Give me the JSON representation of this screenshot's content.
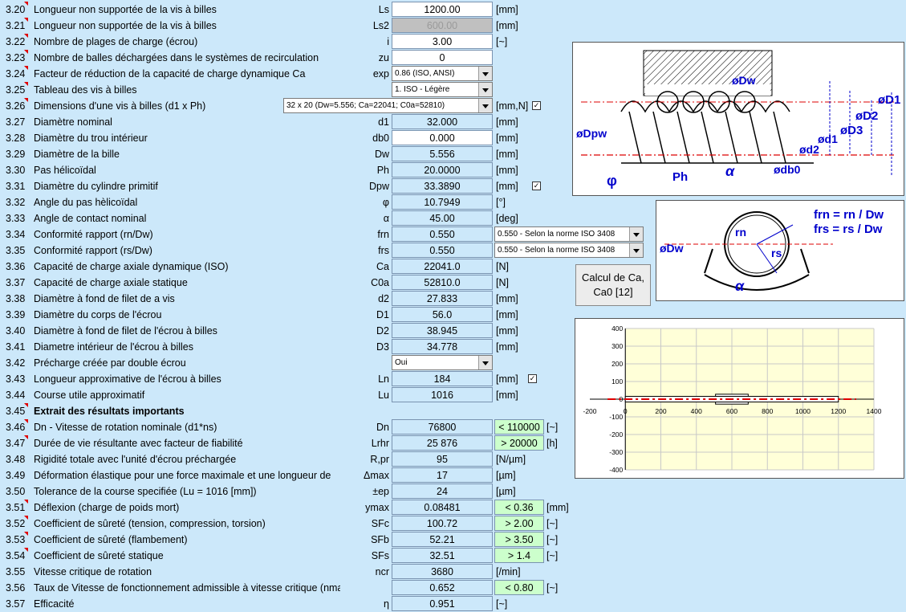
{
  "rows": [
    {
      "num": "3.20",
      "label": "Longueur non supportée de la vis à billes",
      "sym": "Ls",
      "val": "1200.00",
      "unit": "[mm]",
      "style": "white",
      "tri": true
    },
    {
      "num": "3.21",
      "label": "Longueur non supportée de la vis à billes",
      "sym": "Ls2",
      "val": "600.00",
      "unit": "[mm]",
      "style": "grey",
      "tri": true
    },
    {
      "num": "3.22",
      "label": "Nombre de plages de charge (écrou)",
      "sym": "i",
      "val": "3.00",
      "unit": "[~]",
      "style": "white",
      "tri": true
    },
    {
      "num": "3.23",
      "label": "Nombre de balles déchargées dans le systèmes de recirculation",
      "sym": "zu",
      "val": "0",
      "unit": "",
      "style": "white",
      "tri": true
    },
    {
      "num": "3.24",
      "label": "Facteur de réduction de la capacité de charge dynamique Ca",
      "sym": "exp",
      "val": "",
      "unit": "",
      "style": "none",
      "tri": true
    },
    {
      "num": "3.25",
      "label": "Tableau des vis à billes",
      "sym": "",
      "val": "",
      "unit": "",
      "style": "none",
      "tri": true
    },
    {
      "num": "3.26",
      "label": "Dimensions d'une vis à billes (d1 x Ph)",
      "sym": "",
      "val": "",
      "unit": "[mm,N]",
      "style": "none",
      "tri": true
    },
    {
      "num": "3.27",
      "label": "Diamètre nominal",
      "sym": "d1",
      "val": "32.000",
      "unit": "[mm]",
      "style": "plain",
      "tri": false
    },
    {
      "num": "3.28",
      "label": "Diamètre du trou intérieur",
      "sym": "db0",
      "val": "0.000",
      "unit": "[mm]",
      "style": "white",
      "tri": false
    },
    {
      "num": "3.29",
      "label": "Diamètre de la bille",
      "sym": "Dw",
      "val": "5.556",
      "unit": "[mm]",
      "style": "plain",
      "tri": false
    },
    {
      "num": "3.30",
      "label": "Pas hélicoïdal",
      "sym": "Ph",
      "val": "20.0000",
      "unit": "[mm]",
      "style": "plain",
      "tri": false
    },
    {
      "num": "3.31",
      "label": "Diamètre du cylindre primitif",
      "sym": "Dpw",
      "val": "33.3890",
      "unit": "[mm]",
      "style": "plain",
      "tri": false
    },
    {
      "num": "3.32",
      "label": "Angle du pas hèlicoïdal",
      "sym": "φ",
      "val": "10.7949",
      "unit": "[°]",
      "style": "plain",
      "tri": false
    },
    {
      "num": "3.33",
      "label": "Angle de contact nominal",
      "sym": "α",
      "val": "45.00",
      "unit": "[deg]",
      "style": "plain",
      "tri": false
    },
    {
      "num": "3.34",
      "label": "Conformité rapport (rn/Dw)",
      "sym": "frn",
      "val": "0.550",
      "unit": "",
      "style": "plain",
      "tri": false
    },
    {
      "num": "3.35",
      "label": "Conformité rapport (rs/Dw)",
      "sym": "frs",
      "val": "0.550",
      "unit": "",
      "style": "plain",
      "tri": false
    },
    {
      "num": "3.36",
      "label": "Capacité de charge axiale dynamique (ISO)",
      "sym": "Ca",
      "val": "22041.0",
      "unit": "[N]",
      "style": "plain",
      "tri": false
    },
    {
      "num": "3.37",
      "label": "Capacité de charge axiale statique",
      "sym": "C0a",
      "val": "52810.0",
      "unit": "[N]",
      "style": "plain",
      "tri": false
    },
    {
      "num": "3.38",
      "label": "Diamètre à fond de filet de a vis",
      "sym": "d2",
      "val": "27.833",
      "unit": "[mm]",
      "style": "plain",
      "tri": false
    },
    {
      "num": "3.39",
      "label": "Diamètre du corps de l'écrou",
      "sym": "D1",
      "val": "56.0",
      "unit": "[mm]",
      "style": "plain",
      "tri": false
    },
    {
      "num": "3.40",
      "label": "Diamètre à fond de filet de l'écrou à billes",
      "sym": "D2",
      "val": "38.945",
      "unit": "[mm]",
      "style": "plain",
      "tri": false
    },
    {
      "num": "3.41",
      "label": "Diametre intérieur de l'écrou à billes",
      "sym": "D3",
      "val": "34.778",
      "unit": "[mm]",
      "style": "plain",
      "tri": false
    },
    {
      "num": "3.42",
      "label": "Précharge créée par double écrou",
      "sym": "",
      "val": "",
      "unit": "",
      "style": "none",
      "tri": false
    },
    {
      "num": "3.43",
      "label": "Longueur approximative de l'écrou à billes",
      "sym": "Ln",
      "val": "184",
      "unit": "[mm]",
      "style": "plain",
      "tri": false
    },
    {
      "num": "3.44",
      "label": "Course utile approximatif",
      "sym": "Lu",
      "val": "1016",
      "unit": "[mm]",
      "style": "plain",
      "tri": false
    },
    {
      "num": "3.45",
      "label": "Extrait des résultats importants",
      "sym": "",
      "val": "",
      "unit": "",
      "style": "none",
      "tri": true,
      "bold": true
    },
    {
      "num": "3.46",
      "label": "Dn - Vitesse de rotation nominale (d1*ns)",
      "sym": "Dn",
      "val": "76800",
      "unit": "",
      "style": "plain",
      "tri": true,
      "lim": "< 110000",
      "unit2": "[~]"
    },
    {
      "num": "3.47",
      "label": "Durée de vie résultante avec facteur de fiabilité",
      "sym": "Lrhr",
      "val": "25 876",
      "unit": "",
      "style": "plain",
      "tri": true,
      "lim": "> 20000",
      "unit2": "[h]"
    },
    {
      "num": "3.48",
      "label": "Rigidité totale avec l'unité d'écrou préchargée",
      "sym": "R,pr",
      "val": "95",
      "unit": "[N/µm]",
      "style": "plain",
      "tri": false
    },
    {
      "num": "3.49",
      "label": "Déformation élastique pour une force maximale et une longueur de",
      "sym": "Δmax",
      "val": "17",
      "unit": "[µm]",
      "style": "plain",
      "tri": false
    },
    {
      "num": "3.50",
      "label": "Tolerance de la course specifiée (Lu = 1016 [mm])",
      "sym": "±ep",
      "val": "24",
      "unit": "[µm]",
      "style": "plain",
      "tri": false
    },
    {
      "num": "3.51",
      "label": "Déflexion (charge de poids mort)",
      "sym": "ymax",
      "val": "0.08481",
      "unit": "",
      "style": "plain",
      "tri": true,
      "lim": "< 0.36",
      "unit2": "[mm]"
    },
    {
      "num": "3.52",
      "label": "Coefficient de sûreté (tension, compression, torsion)",
      "sym": "SFc",
      "val": "100.72",
      "unit": "",
      "style": "plain",
      "tri": true,
      "lim": "> 2.00",
      "unit2": "[~]"
    },
    {
      "num": "3.53",
      "label": "Coefficient de sûreté (flambement)",
      "sym": "SFb",
      "val": "52.21",
      "unit": "",
      "style": "plain",
      "tri": true,
      "lim": "> 3.50",
      "unit2": "[~]"
    },
    {
      "num": "3.54",
      "label": "Coefficient de sûreté statique",
      "sym": "SFs",
      "val": "32.51",
      "unit": "",
      "style": "plain",
      "tri": true,
      "lim": "> 1.4",
      "unit2": "[~]"
    },
    {
      "num": "3.55",
      "label": "Vitesse critique de rotation",
      "sym": "ncr",
      "val": "3680",
      "unit": "[/min]",
      "style": "plain",
      "tri": false
    },
    {
      "num": "3.56",
      "label": "Taux de Vitesse de fonctionnement admissible à vitesse critique (nmax/ncr)",
      "sym": "",
      "val": "0.652",
      "unit": "",
      "style": "plain",
      "tri": false,
      "lim": "< 0.80",
      "unit2": "[~]"
    },
    {
      "num": "3.57",
      "label": "Efficacité",
      "sym": "η",
      "val": "0.951",
      "unit": "[~]",
      "style": "plain",
      "tri": false
    }
  ],
  "dropdowns": {
    "exp": "0.86 (ISO, ANSI)",
    "table": "1. ISO - Légère",
    "dims": "32 x 20   (Dw=5.556;  Ca=22041;  C0a=52810)",
    "frn": "0.550 - Selon la norme ISO 3408",
    "frs": "0.550 - Selon la norme ISO 3408",
    "precharge": "Oui"
  },
  "checkmark": "✓",
  "button": {
    "line1": "Calcul de Ca,",
    "line2": "Ca0 [12]"
  },
  "diagram1": {
    "Dw": "øDw",
    "D1": "øD1",
    "D2": "øD2",
    "D3": "øD3",
    "d1": "ød1",
    "d2": "ød2",
    "Dpw": "øDpw",
    "db0": "ødb0",
    "phi": "φ",
    "Ph": "Ph",
    "alpha": "α"
  },
  "diagram2": {
    "f1": "frn = rn / Dw",
    "f2": "frs = rs / Dw",
    "rn": "rn",
    "rs": "rs",
    "Dw": "øDw",
    "alpha": "α"
  },
  "chart_data": {
    "type": "line",
    "xlim": [
      -200,
      1400
    ],
    "ylim": [
      -400,
      400
    ],
    "xticks": [
      "-200",
      "0",
      "200",
      "400",
      "600",
      "800",
      "1000",
      "1200",
      "1400"
    ],
    "yticks": [
      "400",
      "300",
      "200",
      "100",
      "0",
      "-100",
      "-200",
      "-300",
      "-400"
    ],
    "grid": true,
    "screw": {
      "x0": 0,
      "x1": 1200,
      "r": 16
    },
    "nut": {
      "x0": 508,
      "x1": 692
    },
    "axis_line": {
      "x0": -100,
      "x1": 1300,
      "y": 0
    }
  }
}
